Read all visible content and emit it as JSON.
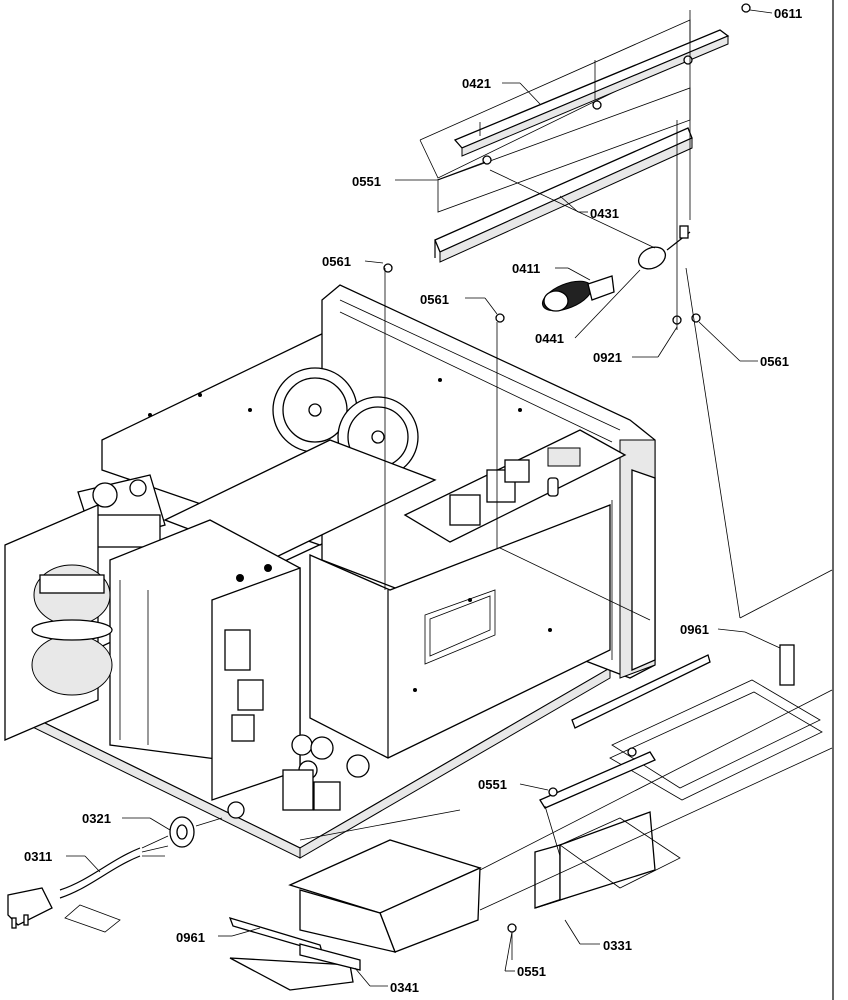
{
  "diagram": {
    "type": "exploded-parts-view",
    "callouts": [
      {
        "id": "c0611",
        "label": "0611"
      },
      {
        "id": "c0421",
        "label": "0421"
      },
      {
        "id": "c0551a",
        "label": "0551"
      },
      {
        "id": "c0431",
        "label": "0431"
      },
      {
        "id": "c0561a",
        "label": "0561"
      },
      {
        "id": "c0411",
        "label": "0411"
      },
      {
        "id": "c0561b",
        "label": "0561"
      },
      {
        "id": "c0441",
        "label": "0441"
      },
      {
        "id": "c0921",
        "label": "0921"
      },
      {
        "id": "c0561c",
        "label": "0561"
      },
      {
        "id": "c0961a",
        "label": "0961"
      },
      {
        "id": "c0551b",
        "label": "0551"
      },
      {
        "id": "c0321",
        "label": "0321"
      },
      {
        "id": "c0311",
        "label": "0311"
      },
      {
        "id": "c0961b",
        "label": "0961"
      },
      {
        "id": "c0331",
        "label": "0331"
      },
      {
        "id": "c0551c",
        "label": "0551"
      },
      {
        "id": "c0341",
        "label": "0341"
      }
    ]
  }
}
